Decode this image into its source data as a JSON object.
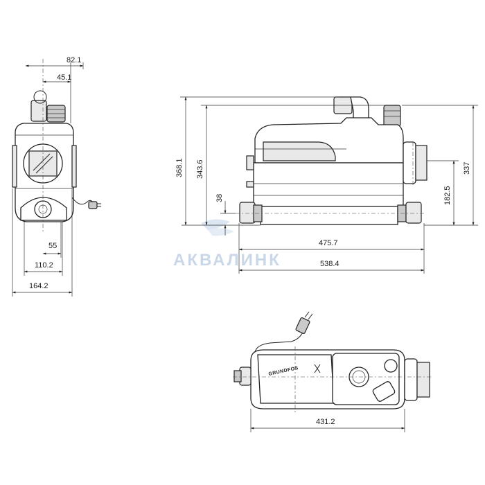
{
  "watermark": {
    "text": "АКВАЛИНК",
    "color": "#c9d7e8"
  },
  "logo": {
    "text": "GRUNDFOS"
  },
  "dimensions": {
    "side_top_1": "82.1",
    "side_top_2": "45.1",
    "side_bottom_1": "55",
    "side_bottom_2": "110.2",
    "side_bottom_3": "164.2",
    "front_h1": "368.1",
    "front_h2": "343.6",
    "front_h3": "38",
    "front_r1": "337",
    "front_r2": "182.5",
    "front_w1": "475.7",
    "front_w2": "538.4",
    "top_w": "431.2"
  }
}
